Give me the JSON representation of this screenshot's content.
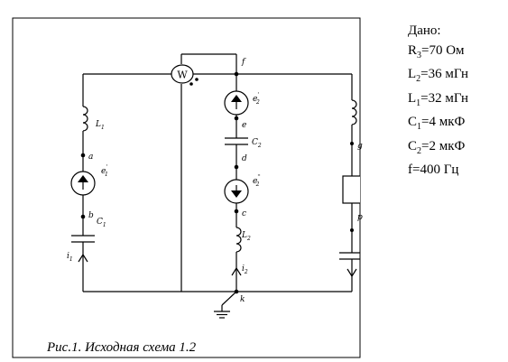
{
  "caption": "Рис.1. Исходная схема 1.2",
  "given": {
    "title": "Дано:",
    "items": [
      {
        "name": "R",
        "sub": "3",
        "value": "=70 Ом"
      },
      {
        "name": "L",
        "sub": "2",
        "value": "=36 мГн"
      },
      {
        "name": "L",
        "sub": "1",
        "value": "=32 мГн"
      },
      {
        "name": "C",
        "sub": "1",
        "value": "=4 мкФ"
      },
      {
        "name": "C",
        "sub": "2",
        "value": "=2 мкФ"
      },
      {
        "name": "f",
        "sub": "",
        "value": "=400 Гц"
      }
    ]
  },
  "circuit": {
    "wattmeter": "W",
    "labels": {
      "L1": {
        "main": "L",
        "sub": "1"
      },
      "e1": {
        "main": "e",
        "sub": "1",
        "sup": "'"
      },
      "C1": {
        "main": "C",
        "sub": "1"
      },
      "i1": {
        "main": "i",
        "sub": "1"
      },
      "e2p": {
        "main": "e",
        "sub": "2",
        "sup": "'"
      },
      "C2": {
        "main": "C",
        "sub": "2"
      },
      "e2pp": {
        "main": "e",
        "sub": "2",
        "sup": "''"
      },
      "L2": {
        "main": "L",
        "sub": "2"
      },
      "i2": {
        "main": "i",
        "sub": "2"
      }
    },
    "nodes": {
      "a": "a",
      "b": "b",
      "c": "c",
      "d": "d",
      "e": "e",
      "f": "f",
      "k": "k",
      "g_partial": "g",
      "p_partial": "p"
    }
  }
}
